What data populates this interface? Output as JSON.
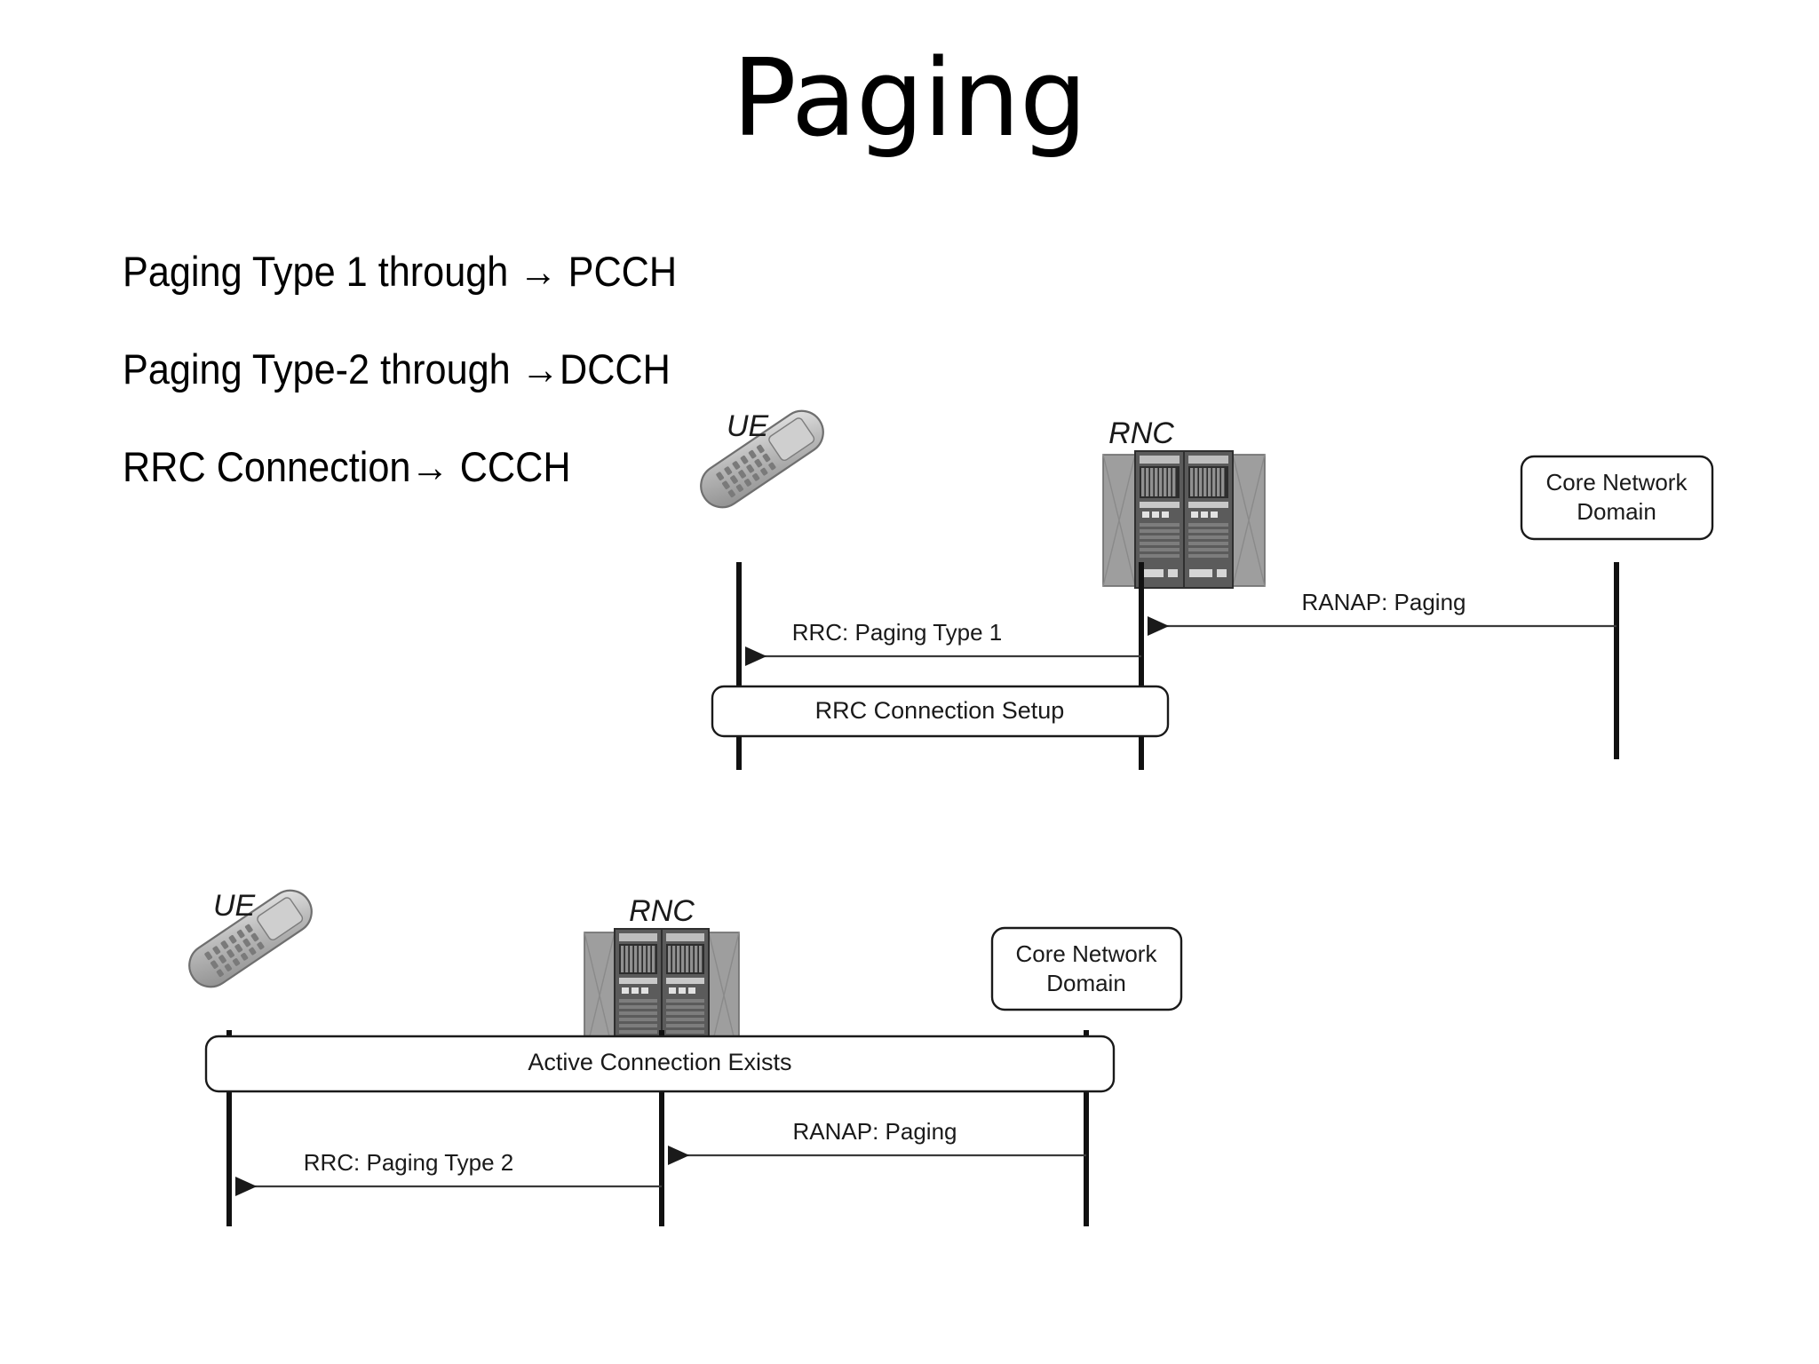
{
  "slide": {
    "title": "Paging",
    "body_lines": [
      "Paging Type 1 through → PCCH",
      "Paging Type-2 through →DCCH",
      "RRC Connection→ CCCH"
    ]
  },
  "diagrams": [
    {
      "id": "paging-type1",
      "nodes": [
        {
          "label": "UE",
          "icon": "mobile-phone-icon"
        },
        {
          "label": "RNC",
          "icon": "server-rack-icon"
        },
        {
          "label": "Core Network\nDomain",
          "label_line1": "Core Network",
          "label_line2": "Domain",
          "icon": "rounded-box"
        }
      ],
      "messages": [
        {
          "label": "RANAP: Paging",
          "from": "Core Network Domain",
          "to": "RNC",
          "direction": "left"
        },
        {
          "label": "RRC: Paging Type 1",
          "from": "RNC",
          "to": "UE",
          "direction": "left"
        }
      ],
      "spans": [
        {
          "label": "RRC Connection Setup",
          "from": "UE",
          "to": "RNC"
        }
      ]
    },
    {
      "id": "paging-type2",
      "nodes": [
        {
          "label": "UE",
          "icon": "mobile-phone-icon"
        },
        {
          "label": "RNC",
          "icon": "server-rack-icon"
        },
        {
          "label": "Core Network\nDomain",
          "label_line1": "Core Network",
          "label_line2": "Domain",
          "icon": "rounded-box"
        }
      ],
      "spans": [
        {
          "label": "Active Connection Exists",
          "from": "UE",
          "to": "Core Network Domain"
        }
      ],
      "messages": [
        {
          "label": "RANAP: Paging",
          "from": "Core Network Domain",
          "to": "RNC",
          "direction": "left"
        },
        {
          "label": "RRC: Paging Type 2",
          "from": "RNC",
          "to": "UE",
          "direction": "left"
        }
      ]
    }
  ],
  "colors": {
    "background": "#ffffff",
    "text": "#000000",
    "diagram_line": "#1a1a1a",
    "server_dark": "#4a4a4a",
    "server_panel": "#9e9e9e",
    "phone_gray": "#b8b8b8"
  }
}
